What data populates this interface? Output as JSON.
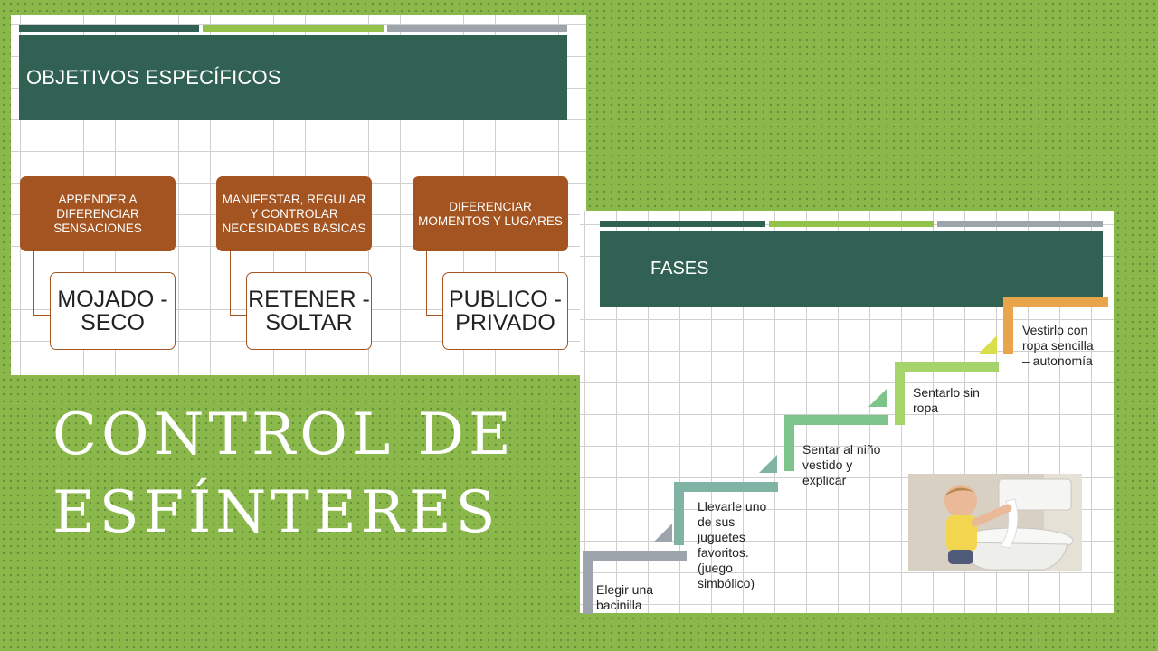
{
  "title": "CONTROL DE\nESFÍNTERES",
  "slide1": {
    "heading": "OBJETIVOS ESPECÍFICOS",
    "objectives": [
      {
        "label": "APRENDER A\nDIFERENCIAR\nSENSACIONES",
        "detail": "MOJADO -\nSECO"
      },
      {
        "label": "MANIFESTAR, REGULAR\nY CONTROLAR\nNECESIDADES BÁSICAS",
        "detail": "RETENER -\nSOLTAR"
      },
      {
        "label": "DIFERENCIAR\nMOMENTOS Y LUGARES",
        "detail": "PUBLICO -\nPRIVADO"
      }
    ]
  },
  "slide2": {
    "heading": "FASES",
    "phases": [
      {
        "text": "Elegir una\nbacinilla",
        "color": "#9ea4ab"
      },
      {
        "text": "Llevarle uno\nde sus\njuguetes\nfavoritos.\n(juego\nsimbólico)",
        "color": "#7fb3a4"
      },
      {
        "text": "Sentar al niño\nvestido y\nexplicar",
        "color": "#7cc48c"
      },
      {
        "text": "Sentarlo sin\nropa",
        "color": "#a7d46a"
      },
      {
        "text": "Vestirlo con\nropa sencilla\n– autonomía",
        "color": "#e8a54c"
      }
    ]
  },
  "colors": {
    "background": "#8ab84b",
    "header": "#316153",
    "objective_box": "#a35421"
  }
}
